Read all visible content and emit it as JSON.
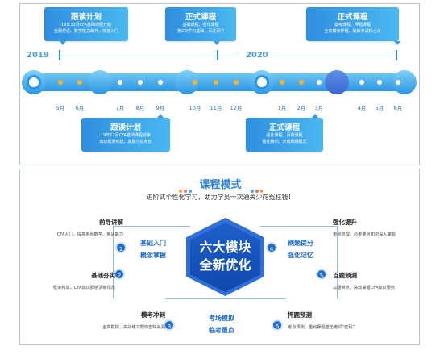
{
  "timeline": {
    "years": [
      "2019",
      "2020"
    ],
    "callouts_top": [
      {
        "title": "跟读计划",
        "lines": [
          "19年12月CFA基础课程开始",
          "金融英语、数学能力飙升，快速入门"
        ]
      },
      {
        "title": "正式课程",
        "lines": [
          "基础课程、强化课程",
          "第2次学习基础，百发百中"
        ]
      },
      {
        "title": "正式课程",
        "lines": [
          "模考课程、押题课程",
          "全真模考押题，破解考试核心点"
        ]
      }
    ],
    "callouts_bottom": [
      {
        "title": "跟读计划",
        "lines": [
          "19年12月CFA基础课程结束",
          "知识框架构建，真题小白身份"
        ]
      },
      {
        "title": "正式课程",
        "lines": [
          "强化课程、百题课程",
          "强化特训，开启刷题模式"
        ]
      }
    ],
    "months": [
      "5月",
      "6月",
      "7月",
      "8月",
      "9月",
      "10月",
      "11月",
      "12月",
      "1月",
      "2月",
      "3月",
      "4月",
      "5月",
      "6月"
    ]
  },
  "course_mode": {
    "heading": "课程模式",
    "subtitle": "进阶式个性化学习，助力学员一次通关少花冤枉钱！",
    "center_lines": [
      "六大模块",
      "全新优化"
    ],
    "left_features": [
      "基础入门",
      "概念掌握"
    ],
    "right_features": [
      "刷题提分",
      "强化记忆"
    ],
    "bottom_features": [
      "考场模拟",
      "临考重点"
    ],
    "modules": [
      {
        "num": "1",
        "title": "前导讲解",
        "desc": "CFA入门，提高金融数学、英语能力"
      },
      {
        "num": "2",
        "title": "基础夯实",
        "desc": "框架构筑，CFA知识脉络清晰规范"
      },
      {
        "num": "3",
        "title": "模考冲刺",
        "desc": "全真模拟，实战练习帮你查缺补漏"
      },
      {
        "num": "4",
        "title": "强化提升",
        "desc": "重点梳理，必考要点知识深入掌握"
      },
      {
        "num": "5",
        "title": "百题预测",
        "desc": "以题带点，高效掌握CFA知识要点"
      },
      {
        "num": "6",
        "title": "押题预测",
        "desc": "考点预测，重点押题查击考试“密码”"
      }
    ]
  },
  "colors": {
    "accent": "#2e95e1",
    "orange": "#f7b032",
    "dark_blue": "#1f6cc9"
  }
}
